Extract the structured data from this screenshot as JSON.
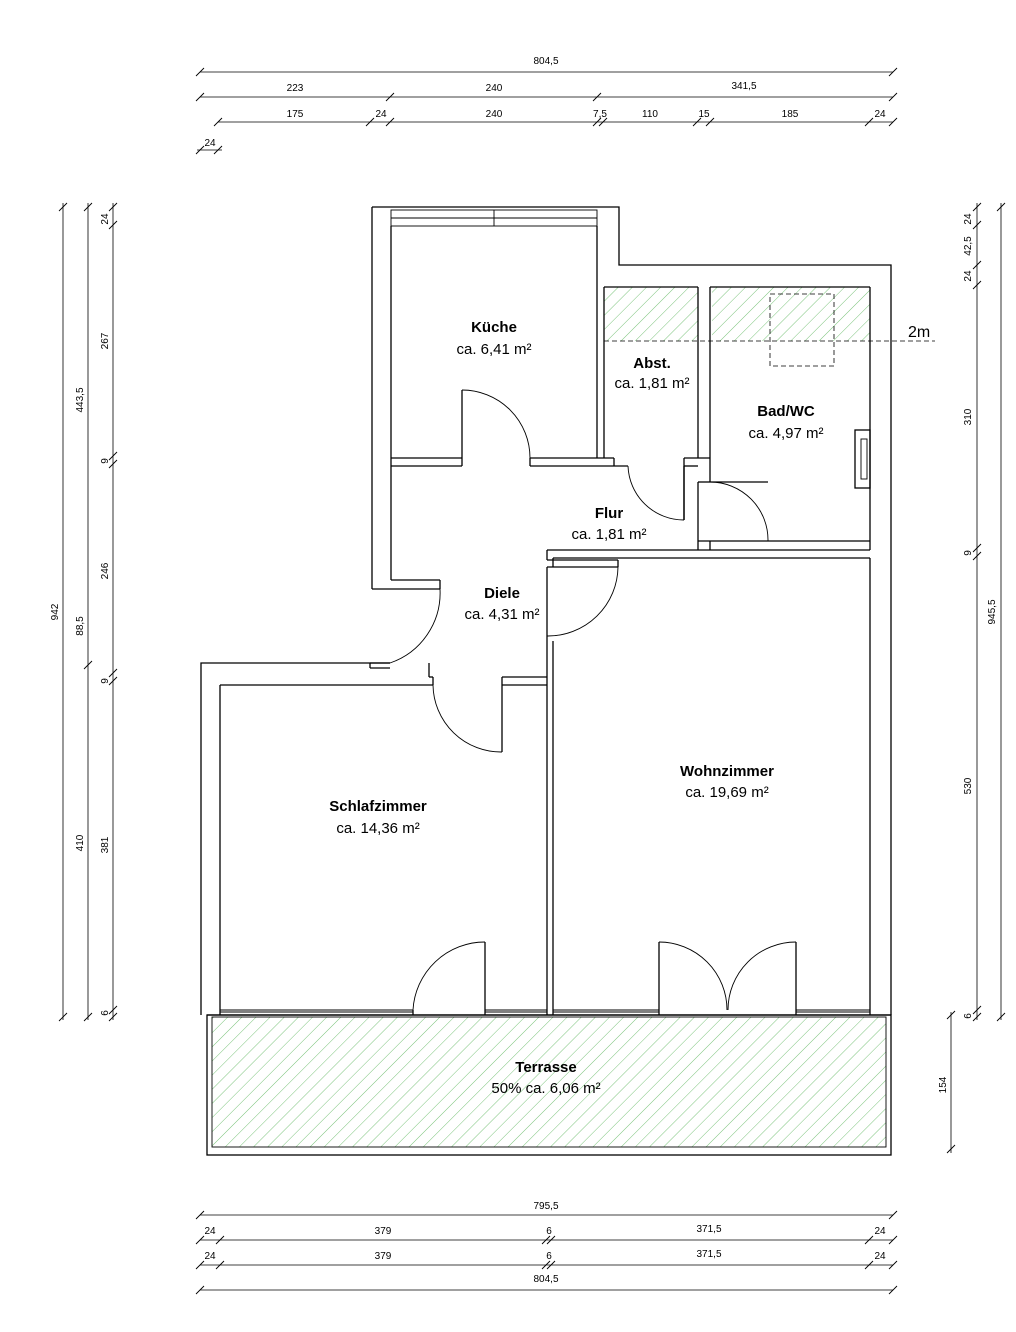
{
  "colors": {
    "hatch": "#7cc47c",
    "line": "#000000",
    "background": "#ffffff"
  },
  "rooms": {
    "kueche": {
      "name": "Küche",
      "area": "ca. 6,41 m²"
    },
    "abst": {
      "name": "Abst.",
      "area": "ca. 1,81 m²"
    },
    "bad": {
      "name": "Bad/WC",
      "area": "ca. 4,97 m²"
    },
    "flur": {
      "name": "Flur",
      "area": "ca. 1,81 m²"
    },
    "diele": {
      "name": "Diele",
      "area": "ca. 4,31 m²"
    },
    "schlaf": {
      "name": "Schlafzimmer",
      "area": "ca. 14,36 m²"
    },
    "wohn": {
      "name": "Wohnzimmer",
      "area": "ca. 19,69 m²"
    },
    "terrasse": {
      "name": "Terrasse",
      "area": "50% ca. 6,06 m²"
    }
  },
  "height_line_label": "2m",
  "dims": {
    "top": {
      "total": "804,5",
      "row2": [
        "223",
        "240",
        "341,5"
      ],
      "row3": [
        "175",
        "24",
        "240",
        "7,5",
        "110",
        "15",
        "185",
        "24"
      ],
      "row4": "24"
    },
    "left": {
      "outer": "942",
      "mid": [
        "443,5",
        "88,5",
        "410"
      ],
      "inner": [
        "24",
        "267",
        "9",
        "246",
        "9",
        "381",
        "6"
      ]
    },
    "right": {
      "inner": [
        "24",
        "42,5",
        "24",
        "310",
        "9",
        "530",
        "6"
      ],
      "outer": "945,5",
      "terrace": "154"
    },
    "bottom": {
      "total_top": "795,5",
      "row2": [
        "24",
        "379",
        "6",
        "371,5",
        "24"
      ],
      "row3": [
        "24",
        "379",
        "6",
        "371,5",
        "24"
      ],
      "total_bottom": "804,5"
    }
  }
}
